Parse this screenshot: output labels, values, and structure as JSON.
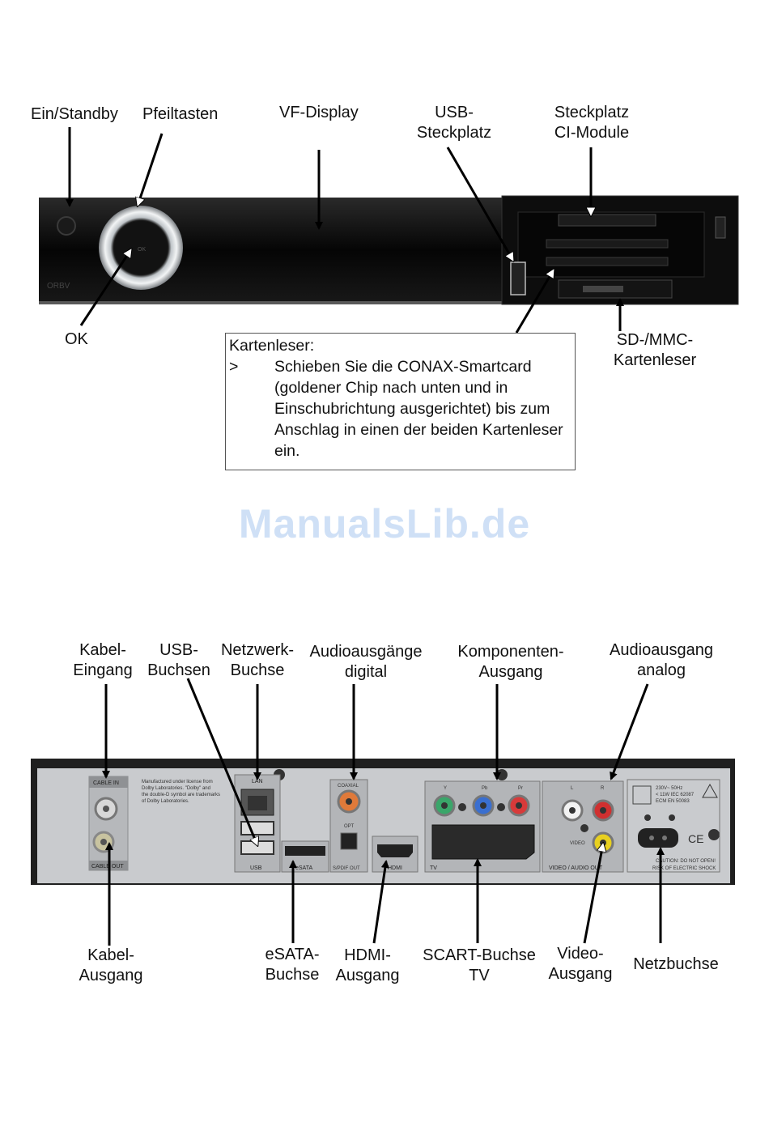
{
  "front_labels": {
    "power": "Ein/Standby",
    "arrows": "Pfeiltasten",
    "display": "VF-Display",
    "usb_1": "USB-",
    "usb_2": "Steckplatz",
    "ci_1": "Steckplatz",
    "ci_2": "CI-Module",
    "ok": "OK",
    "sd_1": "SD-/MMC-",
    "sd_2": "Kartenleser"
  },
  "infobox": {
    "heading": "Kartenleser:",
    "bullet": ">",
    "text": "Schieben Sie die CONAX-Smartcard (goldener Chip nach unten und in Einschubrichtung ausgerichtet) bis zum Anschlag in einen der beiden Kartenleser ein."
  },
  "watermark": "ManualsLib.de",
  "back_labels_top": {
    "cable_in_1": "Kabel-",
    "cable_in_2": "Eingang",
    "usb_1": "USB-",
    "usb_2": "Buchsen",
    "lan_1": "Netzwerk-",
    "lan_2": "Buchse",
    "audio_dig_1": "Audioausgänge",
    "audio_dig_2": "digital",
    "component_1": "Komponenten-",
    "component_2": "Ausgang",
    "audio_ana_1": "Audioausgang",
    "audio_ana_2": "analog"
  },
  "back_labels_bottom": {
    "cable_out_1": "Kabel-",
    "cable_out_2": "Ausgang",
    "esata_1": "eSATA-",
    "esata_2": "Buchse",
    "hdmi_1": "HDMI-",
    "hdmi_2": "Ausgang",
    "scart_1": "SCART-Buchse",
    "scart_2": "TV",
    "video_1": "Video-",
    "video_2": "Ausgang",
    "power": "Netzbuchse"
  },
  "panel_text": {
    "cable_in": "CABLE IN",
    "cable_out": "CABLE OUT",
    "lan": "LAN",
    "usb": "USB",
    "esata": "eSATA",
    "coaxial": "COAXIAL",
    "opt": "OPT",
    "spdif": "S/PDIF OUT",
    "hdmi": "HDMI",
    "y": "Y",
    "pb": "Pb",
    "pr": "Pr",
    "tv": "TV",
    "l": "L",
    "r": "R",
    "video": "VIDEO",
    "video_audio_out": "VIDEO / AUDIO OUT",
    "mains_1": "230V~ 50Hz",
    "mains_2": "< 11W  IEC 62087",
    "mains_3": "ECM  EN 50083",
    "caution_1": "CAUTION: DO NOT OPEN!",
    "caution_2": "RISK OF ELECTRIC SHOCK",
    "ce": "CE",
    "dolby_1": "Manufactured under license from",
    "dolby_2": "Dolby Laboratories. \"Dolby\" and",
    "dolby_3": "the double-D symbol are trademarks",
    "dolby_4": "of Dolby Laboratories.",
    "ok_key": "OK",
    "brand": "ORBV"
  }
}
